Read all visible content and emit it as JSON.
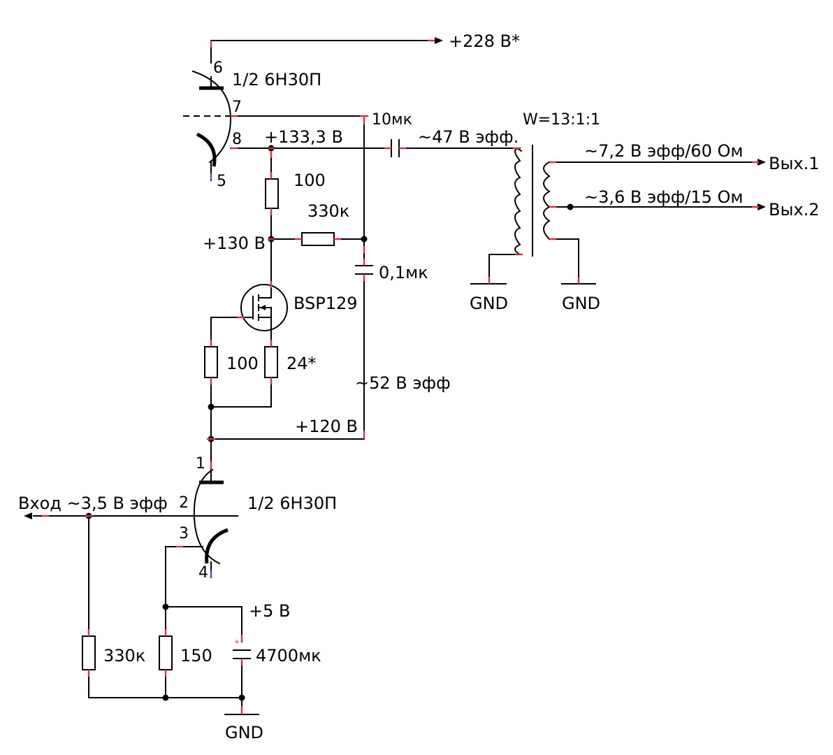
{
  "labels": {
    "supply": "+228 В*",
    "tube_top": "1/2 6Н30П",
    "tube_bottom": "1/2 6Н30П",
    "pin6": "6",
    "pin7": "7",
    "pin8": "8",
    "pin5": "5",
    "pin1": "1",
    "pin2": "2",
    "pin3": "3",
    "pin4": "4",
    "v_cathode_top": "+133,3 В",
    "cap_out": "10мк",
    "v_out_primary": "~47 В эфф.",
    "winding_ratio": "W=13:1:1",
    "out1_voltage": "~7,2 В эфф/60 Ом",
    "out2_voltage": "~3,6 В эфф/15 Ом",
    "out1": "Вых.1",
    "out2": "Вых.2",
    "r_100_top": "100",
    "r_330k_top": "330к",
    "v_130": "+130 В",
    "cap_01": "0,1мк",
    "mosfet": "BSP129",
    "r_100_gate": "100",
    "r_24": "24*",
    "v_52": "~52 В эфф",
    "v_120": "+120 В",
    "input": "Вход ~3,5 В эфф",
    "v_5": "+5 В",
    "r_330k_bottom": "330к",
    "r_150": "150",
    "cap_4700": "4700мк",
    "gnd_left": "GND",
    "gnd_right": "GND",
    "gnd_bottom": "GND"
  }
}
